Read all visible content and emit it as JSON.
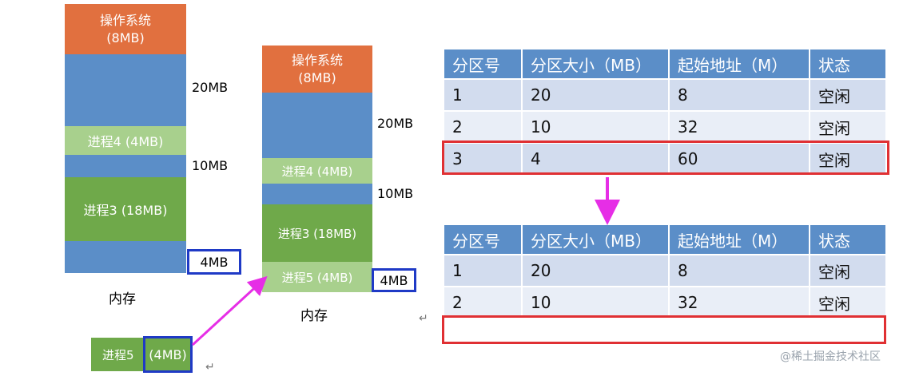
{
  "memory_left": {
    "os_name": "操作系统",
    "os_size": "(8MB)",
    "process4": "进程4 (4MB)",
    "process3": "进程3 (18MB)",
    "free_20": "20MB",
    "free_10": "10MB",
    "free_4": "4MB",
    "caption": "内存"
  },
  "memory_right": {
    "os_name": "操作系统",
    "os_size": "(8MB)",
    "process4": "进程4 (4MB)",
    "process3": "进程3 (18MB)",
    "process5": "进程5 (4MB)",
    "free_20": "20MB",
    "free_10": "10MB",
    "free_4": "4MB",
    "caption": "内存"
  },
  "new_process": {
    "name": "进程5",
    "size": "(4MB)"
  },
  "table_headers": [
    "分区号",
    "分区大小（MB）",
    "起始地址（M）",
    "状态"
  ],
  "table_before": {
    "rows": [
      [
        "1",
        "20",
        "8",
        "空闲"
      ],
      [
        "2",
        "10",
        "32",
        "空闲"
      ],
      [
        "3",
        "4",
        "60",
        "空闲"
      ]
    ]
  },
  "table_after": {
    "rows": [
      [
        "1",
        "20",
        "8",
        "空闲"
      ],
      [
        "2",
        "10",
        "32",
        "空闲"
      ]
    ]
  },
  "return_mark": "↵",
  "watermark": "@稀土掘金技术社区",
  "colors": {
    "os": "#e1703f",
    "free": "#5b8ec8",
    "process_light": "#a8d08d",
    "process_dark": "#6fa94a",
    "highlight_blue": "#1f3ac6",
    "highlight_red": "#e03033",
    "arrow": "#e62ee6"
  }
}
